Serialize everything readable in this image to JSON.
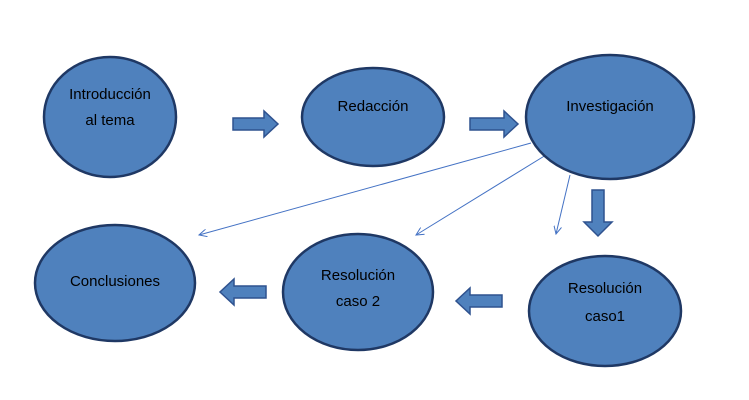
{
  "diagram": {
    "nodes": [
      {
        "id": "intro",
        "lines": [
          "Introducción",
          "al tema"
        ]
      },
      {
        "id": "redaccion",
        "lines": [
          "Redacción"
        ]
      },
      {
        "id": "investigacion",
        "lines": [
          "Investigación"
        ]
      },
      {
        "id": "caso1",
        "lines": [
          "Resolución",
          "caso1"
        ]
      },
      {
        "id": "caso2",
        "lines": [
          "Resolución",
          "caso 2"
        ]
      },
      {
        "id": "conclusiones",
        "lines": [
          "Conclusiones"
        ]
      }
    ],
    "block_arrows": [
      {
        "from": "intro",
        "to": "redaccion"
      },
      {
        "from": "redaccion",
        "to": "investigacion"
      },
      {
        "from": "investigacion",
        "to": "caso1"
      },
      {
        "from": "caso1",
        "to": "caso2"
      },
      {
        "from": "caso2",
        "to": "conclusiones"
      }
    ],
    "thin_arrows": [
      {
        "from": "investigacion",
        "to": "conclusiones"
      },
      {
        "from": "investigacion",
        "to": "caso2"
      },
      {
        "from": "investigacion",
        "to": "caso1"
      }
    ],
    "colors": {
      "node_fill": "#4F81BD",
      "node_stroke": "#1F3864",
      "arrow_fill": "#4F81BD",
      "arrow_stroke": "#2F528F",
      "thin_arrow": "#4472C4"
    }
  }
}
